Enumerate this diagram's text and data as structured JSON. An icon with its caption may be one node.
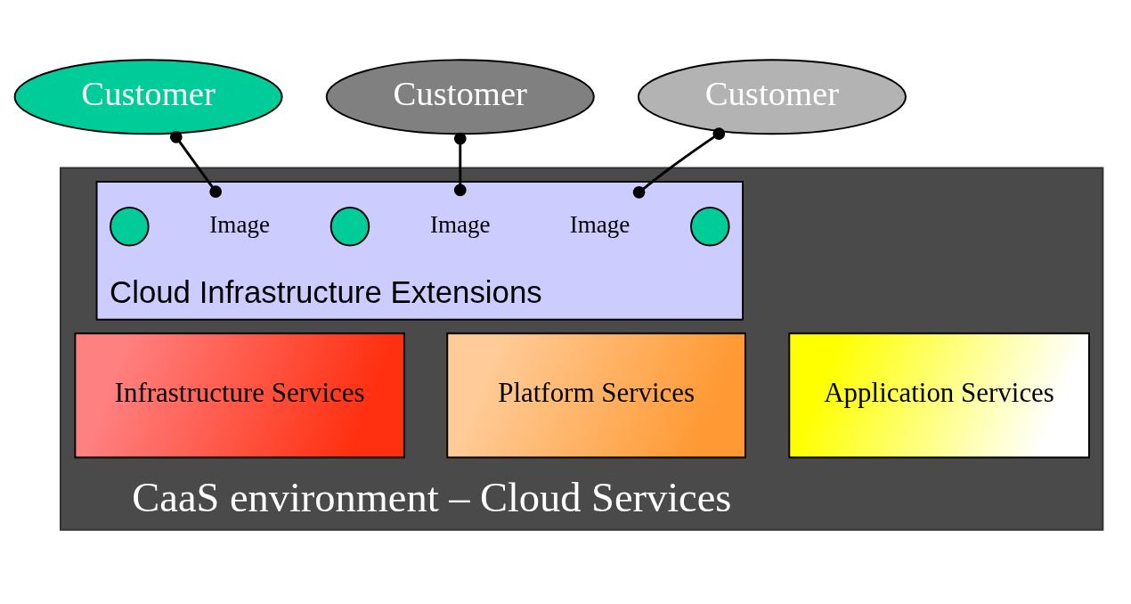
{
  "diagram": {
    "nodes": [
      {
        "text": [
          "Customer"
        ]
      },
      {
        "text": [
          "Customer"
        ]
      },
      {
        "text": [
          "Customer"
        ]
      },
      {
        "text": [
          "CaaS environment – Cloud Services"
        ]
      },
      {
        "text": [
          "Cloud Infrastructure Extensions"
        ],
        "in": 3
      },
      {
        "text": [
          "Image"
        ],
        "in": 4
      },
      {
        "text": [
          "Image"
        ],
        "in": 4
      },
      {
        "text": [
          "Image"
        ],
        "in": 4
      },
      {
        "text": [],
        "shape": "circle",
        "in": 4
      },
      {
        "text": [],
        "shape": "circle",
        "in": 4
      },
      {
        "text": [],
        "shape": "circle",
        "in": 4
      },
      {
        "text": [
          "Infrastructure Services"
        ],
        "in": 3
      },
      {
        "text": [
          "Platform Services"
        ],
        "in": 3
      },
      {
        "text": [
          "Application Services"
        ],
        "in": 3
      }
    ],
    "edges": [
      {
        "from": 0,
        "to": 5,
        "arrow": "other"
      },
      {
        "from": 1,
        "to": 6,
        "arrow": "other"
      },
      {
        "from": 2,
        "to": 7,
        "arrow": "other"
      }
    ]
  }
}
